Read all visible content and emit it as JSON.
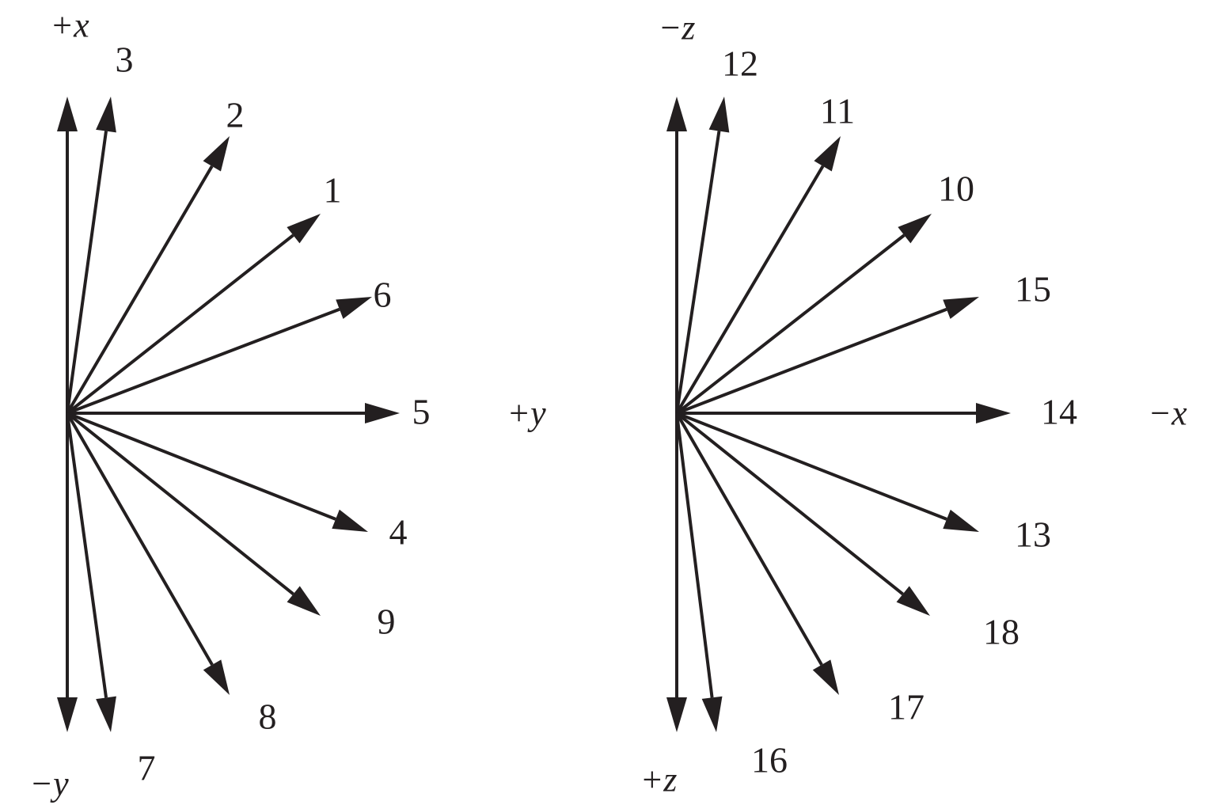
{
  "left_panel": {
    "axes": {
      "top": "+x",
      "bottom": "−y",
      "right": "+y"
    },
    "vectors": [
      "3",
      "2",
      "1",
      "6",
      "5",
      "4",
      "9",
      "8",
      "7"
    ]
  },
  "right_panel": {
    "axes": {
      "top": "−z",
      "bottom": "+z",
      "right": "−x"
    },
    "vectors": [
      "12",
      "11",
      "10",
      "15",
      "14",
      "13",
      "18",
      "17",
      "16"
    ]
  },
  "colors": {
    "ink": "#231f20"
  }
}
